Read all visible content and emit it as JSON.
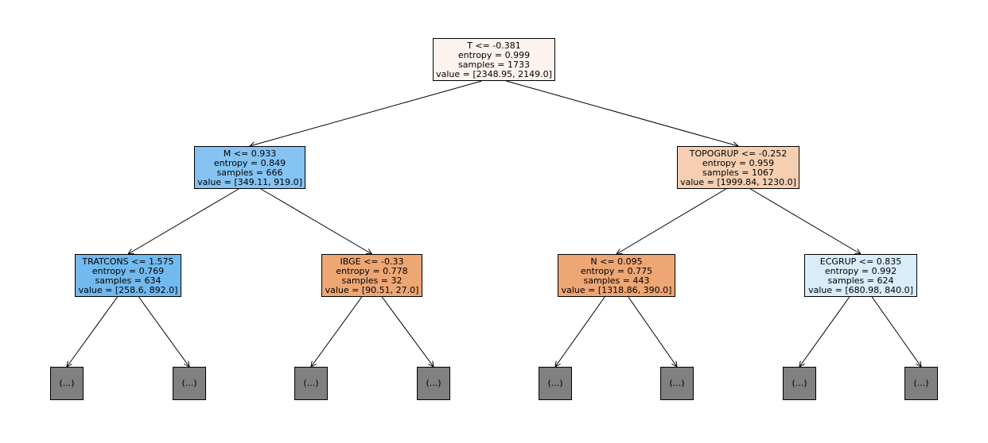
{
  "nodes": [
    {
      "id": "n0",
      "lines": [
        "T <= -0.381",
        "entropy = 0.999",
        "samples = 1733",
        "value = [2348.95, 2149.0]"
      ],
      "fill": "#fdf3ee"
    },
    {
      "id": "n1",
      "lines": [
        "M <= 0.933",
        "entropy = 0.849",
        "samples = 666",
        "value = [349.11, 919.0]"
      ],
      "fill": "#85c3f2"
    },
    {
      "id": "n2",
      "lines": [
        "TOPOGRUP <= -0.252",
        "entropy = 0.959",
        "samples = 1067",
        "value = [1999.84, 1230.0]"
      ],
      "fill": "#f6cfb2"
    },
    {
      "id": "n3",
      "lines": [
        "TRATCONS <= 1.575",
        "entropy = 0.769",
        "samples = 634",
        "value = [258.6, 892.0]"
      ],
      "fill": "#72b9ed"
    },
    {
      "id": "n4",
      "lines": [
        "IBGE <= -0.33",
        "entropy = 0.778",
        "samples = 32",
        "value = [90.51, 27.0]"
      ],
      "fill": "#eda775"
    },
    {
      "id": "n5",
      "lines": [
        "N <= 0.095",
        "entropy = 0.775",
        "samples = 443",
        "value = [1318.86, 390.0]"
      ],
      "fill": "#eda674"
    },
    {
      "id": "n6",
      "lines": [
        "ECGRUP <= 0.835",
        "entropy = 0.992",
        "samples = 624",
        "value = [680.98, 840.0]"
      ],
      "fill": "#d9ecfa"
    }
  ],
  "truncated_label": "(...)",
  "truncated_fill": "#808080",
  "edges": [
    [
      "n0",
      "n1"
    ],
    [
      "n0",
      "n2"
    ],
    [
      "n1",
      "n3"
    ],
    [
      "n1",
      "n4"
    ],
    [
      "n2",
      "n5"
    ],
    [
      "n2",
      "n6"
    ],
    [
      "n3",
      "t1"
    ],
    [
      "n3",
      "t2"
    ],
    [
      "n4",
      "t3"
    ],
    [
      "n4",
      "t4"
    ],
    [
      "n5",
      "t5"
    ],
    [
      "n5",
      "t6"
    ],
    [
      "n6",
      "t7"
    ],
    [
      "n6",
      "t8"
    ]
  ]
}
